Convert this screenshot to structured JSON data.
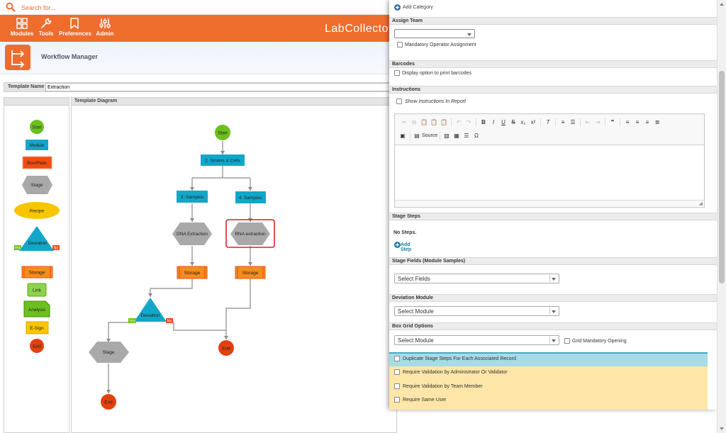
{
  "search": {
    "placeholder": "Search for..."
  },
  "nav": {
    "modules": "Modules",
    "tools": "Tools",
    "preferences": "Preferences",
    "admin": "Admin",
    "logo": "LabCollector"
  },
  "header": {
    "title": "Workflow Manager"
  },
  "template": {
    "label": "Template Name",
    "value": "Extraction"
  },
  "diagram": {
    "header": "Template Diagram"
  },
  "palette": {
    "start": "Start",
    "module": "Module",
    "box_plate": "Box/Plate",
    "stage": "Stage",
    "recipe": "Recipe",
    "deviation": "Deviation",
    "yes": "Yes",
    "no": "No",
    "storage": "Storage",
    "link": "Link",
    "analysis": "Analysis",
    "esign": "E-Sign",
    "end": "End"
  },
  "flow": {
    "start": "Start",
    "strains_cells": "2. Strains & Cells",
    "samples3": "3. Samples",
    "samples4": "4. Samples",
    "dna_extraction": "DNA Extraction",
    "rna_extraction": "RNA extraction",
    "storage": "Storage",
    "deviation": "Deviation",
    "yes": "Yes",
    "no": "No",
    "stage": "Stage",
    "end": "End"
  },
  "panel": {
    "add_category": "Add Category",
    "assign_team": "Assign Team",
    "mandatory_operator": "Mandatory Operator Assignment",
    "barcodes": "Barcodes",
    "print_barcodes": "Display option to print barcodes",
    "instructions": "Instructions",
    "show_instructions": "Show Instructions In Report",
    "source": "Source",
    "stage_steps": "Stage Steps",
    "no_steps": "No Steps.",
    "add_step": "Add Step",
    "stage_fields": "Stage Fields (Module Samples)",
    "select_fields": "Select Fields",
    "deviation_module": "Deviation Module",
    "select_module": "Select Module",
    "box_grid": "Box Grid Options",
    "select_module2": "Select Module",
    "grid_mandatory": "Grid Mandatory Opening",
    "duplicate_steps": "Duplicate Stage Steps For Each Associated Record",
    "req_admin": "Require Validation by Administrator Or Validator",
    "req_team": "Require Validation by Team Member",
    "req_same": "Require Same User"
  },
  "colors": {
    "accent": "#ee6d2d",
    "start_green": "#6cc01e",
    "module_cyan": "#12a7c9",
    "box_red": "#ef4d13",
    "stage_gray": "#a9a9a9",
    "recipe_yellow": "#f7c600",
    "storage_orange": "#f68b1f",
    "end_red": "#e2410e"
  },
  "icons": [
    "search-icon",
    "modules-icon",
    "tools-icon",
    "preferences-icon",
    "admin-icon",
    "workflow-icon",
    "plus-circle-icon"
  ]
}
